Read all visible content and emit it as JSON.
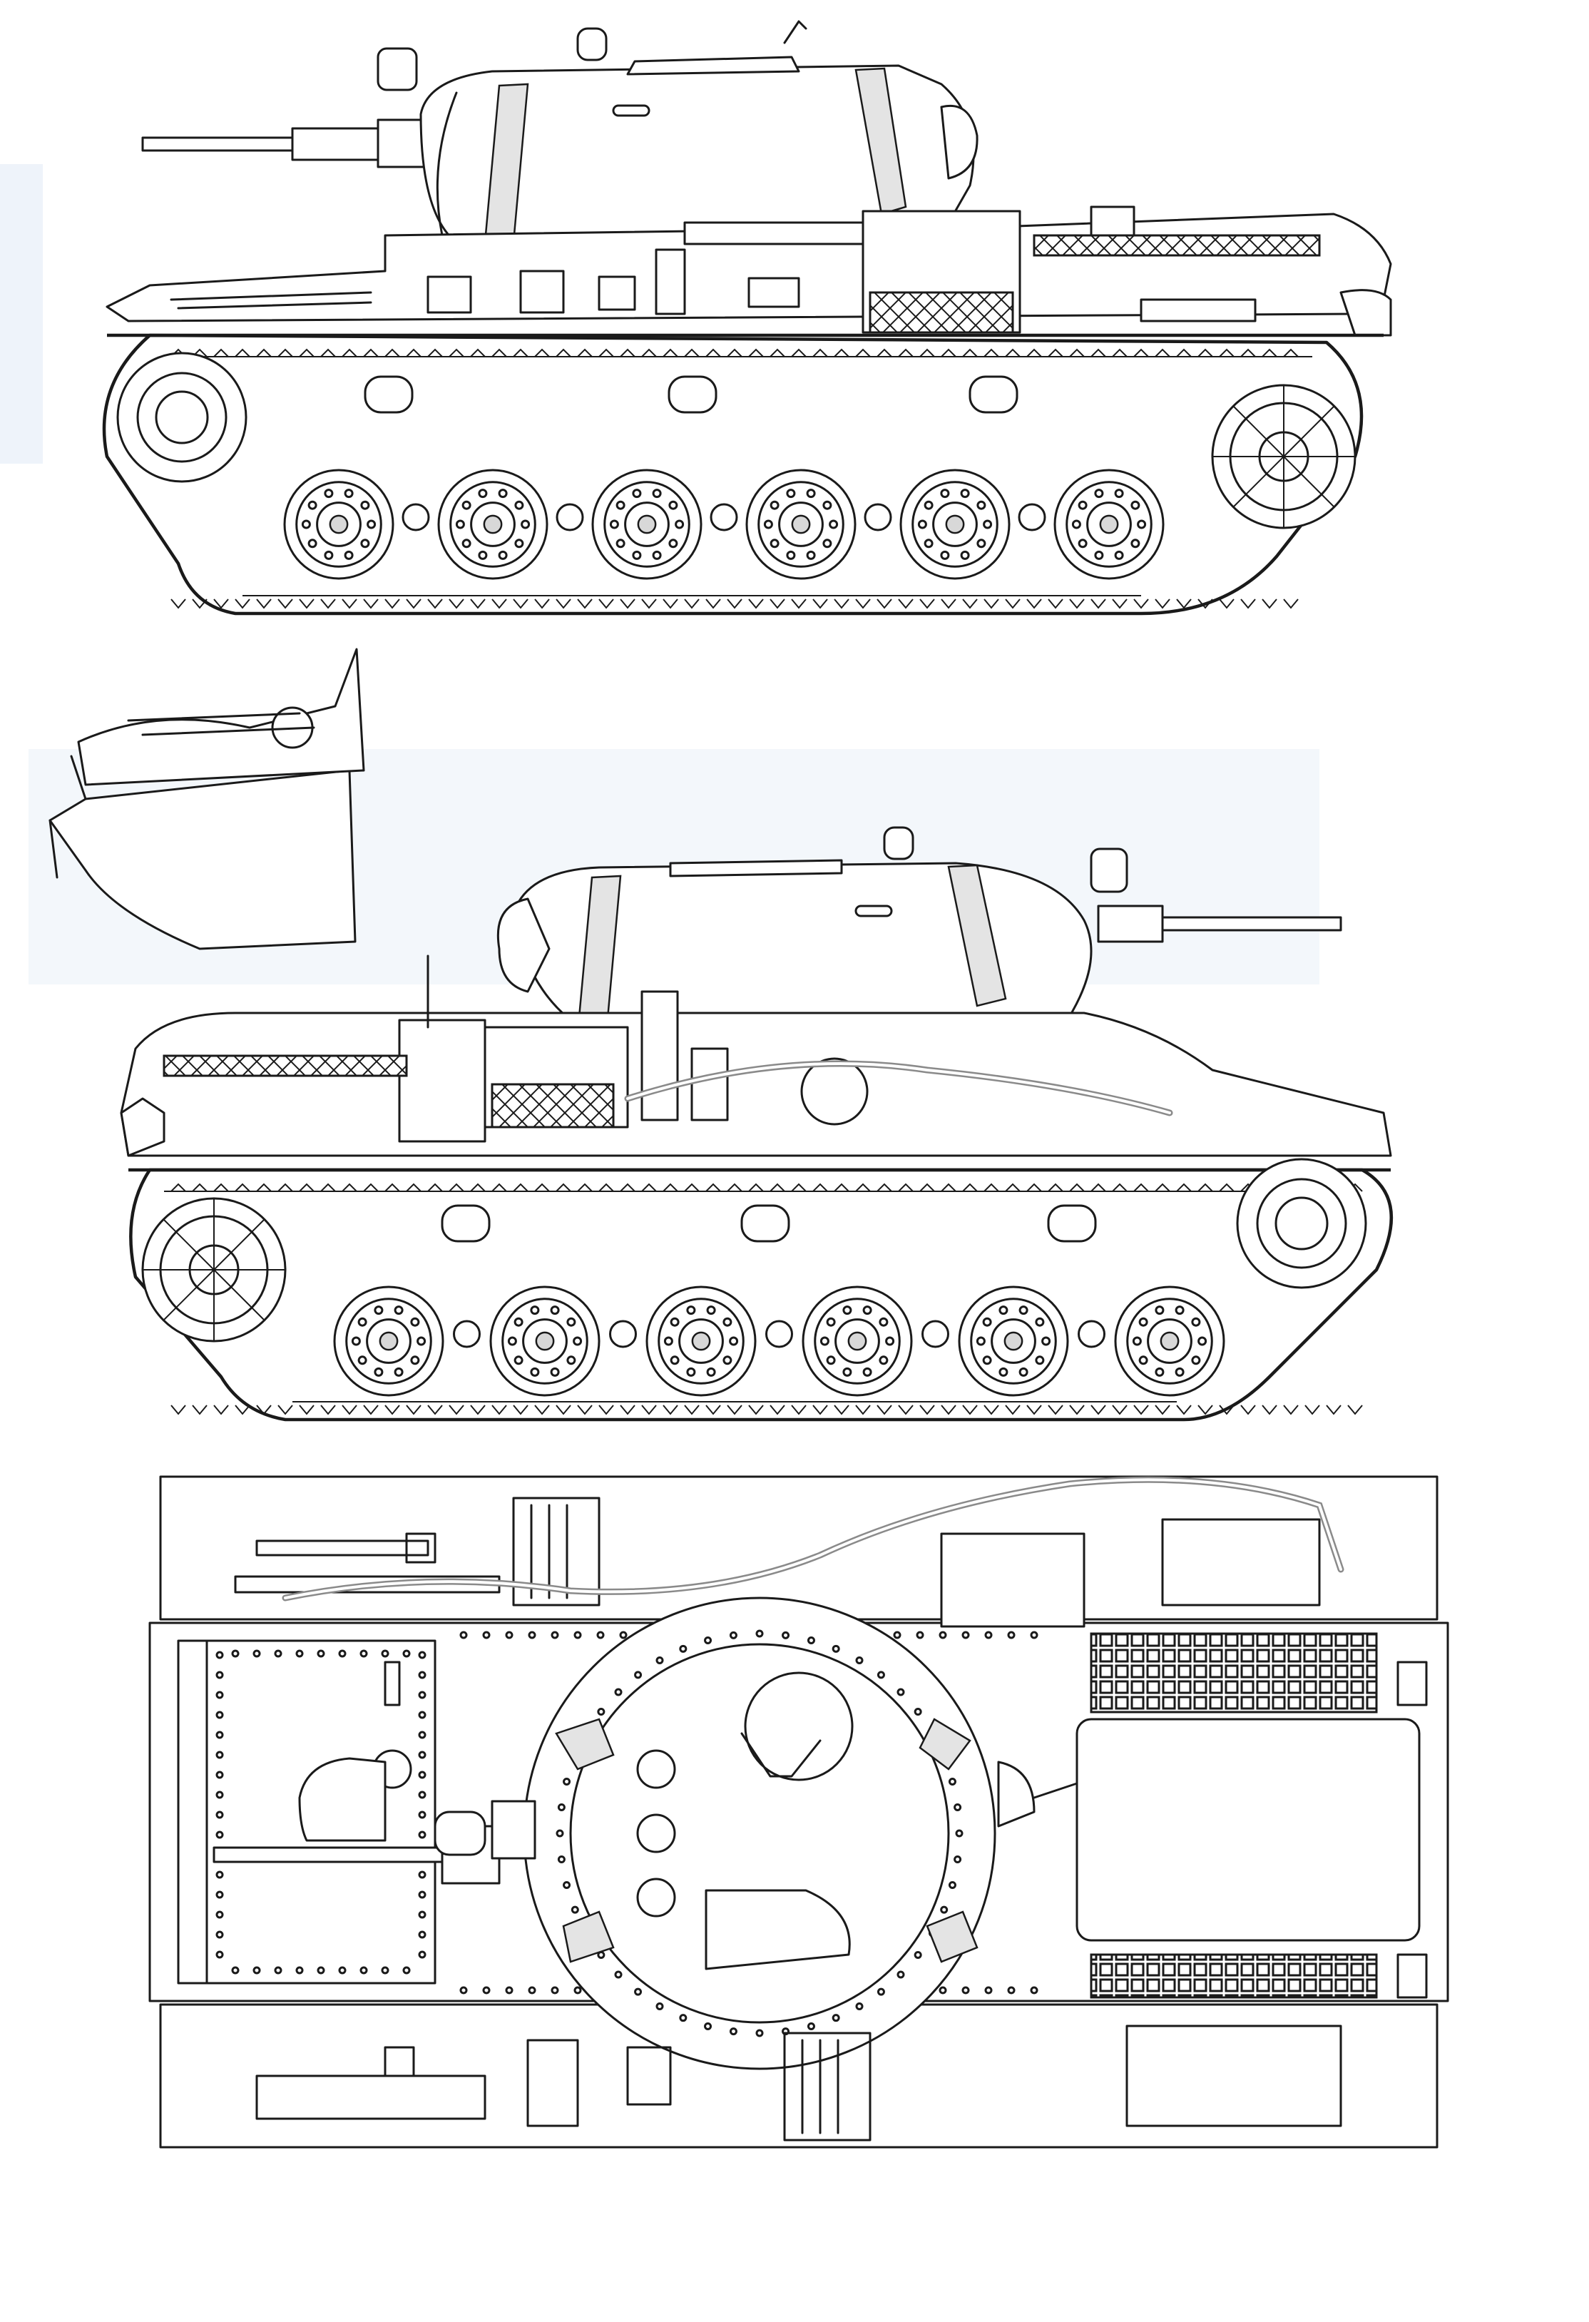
{
  "drawing": {
    "views": [
      {
        "id": "left-side-view"
      },
      {
        "id": "plough-detail"
      },
      {
        "id": "right-side-view"
      },
      {
        "id": "top-plan-view"
      }
    ],
    "road_wheels_per_side": 6,
    "colors": {
      "line": "#1a1a1a",
      "paper": "#ffffff",
      "tint": "#eef3fa"
    }
  }
}
